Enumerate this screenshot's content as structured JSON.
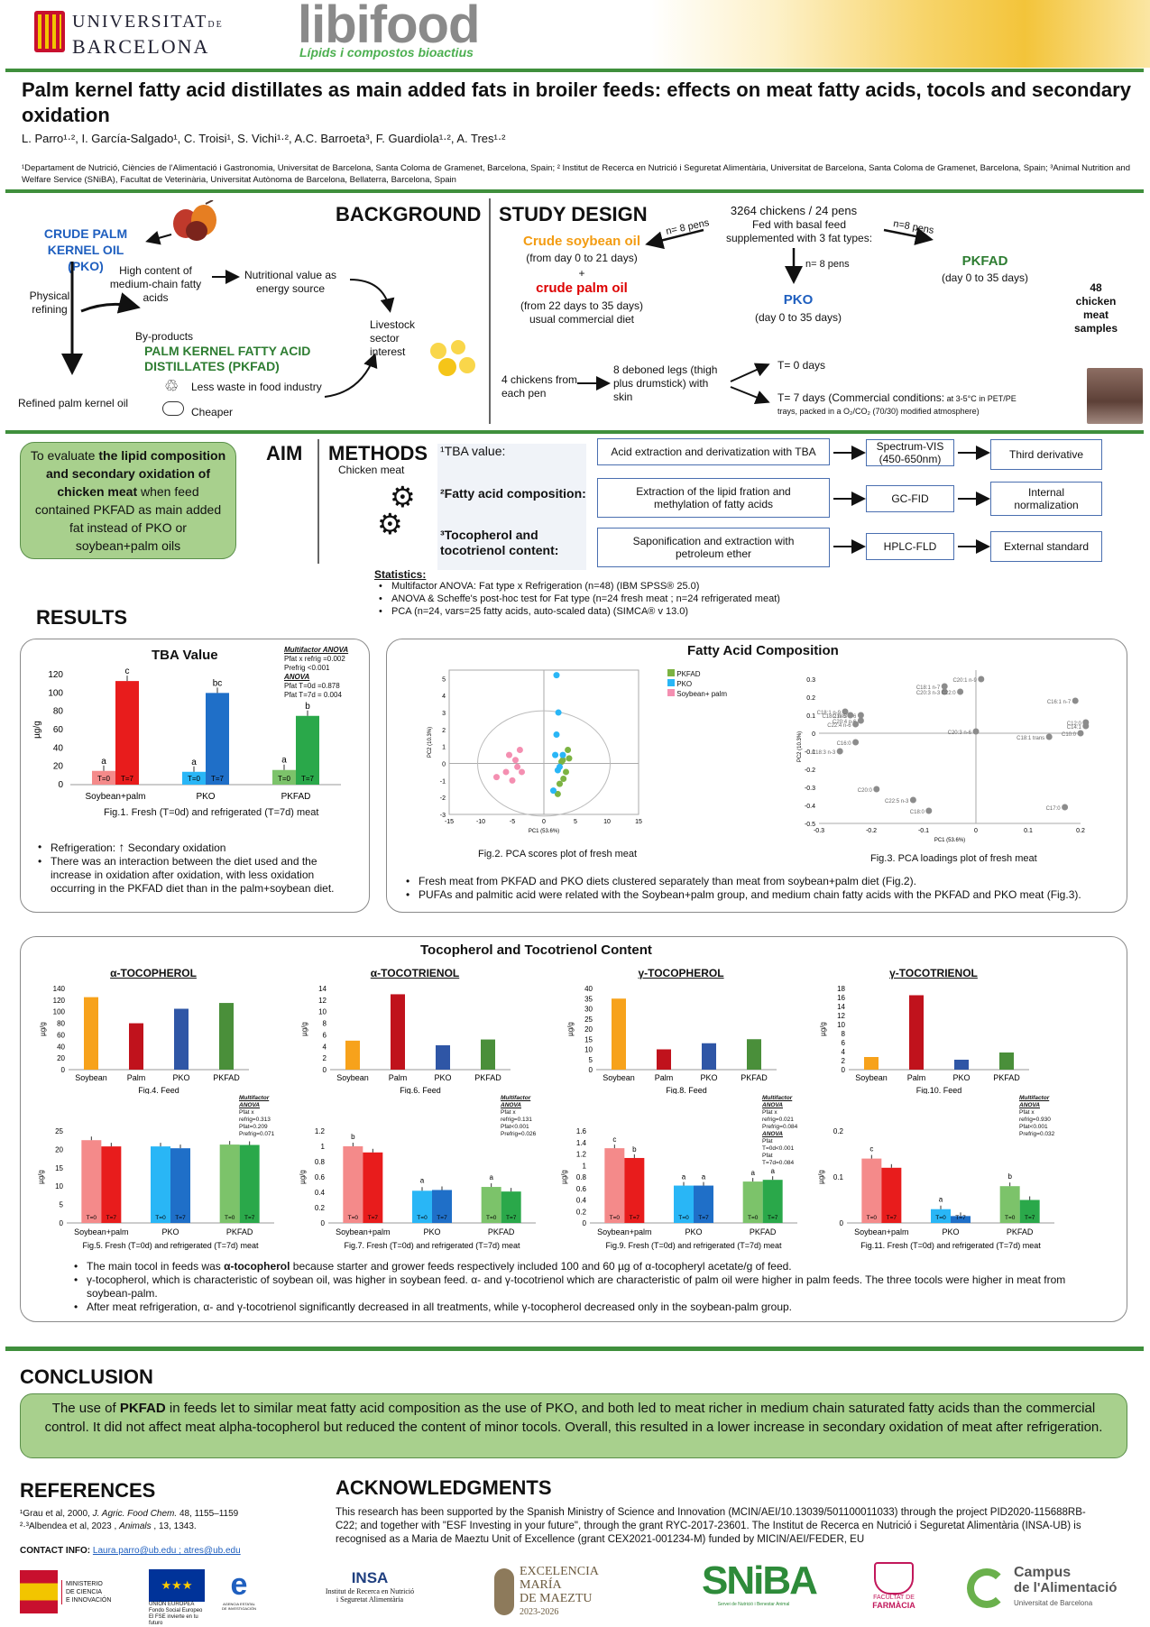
{
  "header": {
    "uni_line1": "UNIVERSITAT",
    "uni_de": "DE",
    "uni_line2": "BARCELONA",
    "brand": "libifood",
    "brand_sub": "Lípids i compostos bioactius"
  },
  "title": "Palm kernel fatty acid distillates as main added fats in broiler feeds: effects on meat fatty acids, tocols and secondary oxidation",
  "authors": "L. Parro¹·², I. García-Salgado¹, C. Troisi¹, S. Vichi¹·², A.C. Barroeta³, F. Guardiola¹·², A. Tres¹·²",
  "affiliations": "¹Departament de Nutrició, Ciències de l'Alimentació i Gastronomia, Universitat de Barcelona, Santa Coloma de Gramenet, Barcelona, Spain; ² Institut de Recerca en Nutrició i Seguretat Alimentària, Universitat de Barcelona, Santa Coloma de Gramenet, Barcelona, Spain; ³Animal Nutrition and Welfare Service (SNiBA), Facultat de Veterinària, Universitat Autònoma de Barcelona, Bellaterra, Barcelona, Spain",
  "background": {
    "heading": "BACKGROUND",
    "pko": "CRUDE PALM KERNEL OIL (PKO)",
    "mcfa": "High content of medium-chain fatty acids",
    "nutri": "Nutritional value as energy source",
    "physical": "Physical refining",
    "byprod": "By-products",
    "pkfad": "PALM KERNEL FATTY ACID DISTILLATES (PKFAD)",
    "waste": "Less waste in food industry",
    "cheaper": "Cheaper",
    "refined": "Refined palm kernel oil",
    "livestock": "Livestock sector interest"
  },
  "design": {
    "heading": "STUDY DESIGN",
    "chickens": "3264 chickens / 24 pens",
    "fed": "Fed with basal feed supplemented with 3 fat types:",
    "n8a": "n= 8 pens",
    "n8b": "n= 8 pens",
    "n8c": "n=8 pens",
    "soy": "Crude soybean oil",
    "soy_days": "(from day 0 to 21 days)",
    "plus": "+",
    "palm": "crude palm oil",
    "palm_days": "(from 22 days to 35 days)",
    "usual": "usual commercial diet",
    "pko": "PKO",
    "pko_days": "(day 0 to 35 days)",
    "pkfad": "PKFAD",
    "pkfad_days": "(day 0 to 35 days)",
    "samples": "48 chicken meat samples",
    "four": "4 chickens from each pen",
    "legs": "8 deboned legs (thigh plus drumstick) with skin",
    "t0": "T= 0 days",
    "t7": "T= 7 days (Commercial conditions:",
    "t7_small": " at 3-5°C in PET/PE trays, packed in a O₂/CO₂ (70/30) modified atmosphere)"
  },
  "aim": {
    "heading": "AIM",
    "pre": "To evaluate ",
    "b1": "the lipid composition and secondary oxidation of chicken meat",
    "post": " when feed contained PKFAD as main added fat instead of PKO or soybean+palm oils"
  },
  "methods": {
    "heading": "METHODS",
    "sub": "Chicken meat",
    "rows": [
      {
        "label": "¹TBA value:",
        "step": "Acid extraction and derivatization with TBA",
        "instr": "Spectrum-VIS (450-650nm)",
        "quant": "Third derivative"
      },
      {
        "label": "²Fatty acid composition:",
        "step": "Extraction of the lipid fration and methylation of fatty acids",
        "instr": "GC-FID",
        "quant": "Internal normalization"
      },
      {
        "label": "³Tocopherol and tocotrienol content:",
        "step": "Saponification and extraction with petroleum ether",
        "instr": "HPLC-FLD",
        "quant": "External standard"
      }
    ],
    "stats_title": "Statistics:",
    "stats": [
      "Multifactor ANOVA: Fat type x Refrigeration (n=48) (IBM SPSS® 25.0)",
      "ANOVA & Scheffe's post-hoc test for Fat type (n=24 fresh meat ; n=24 refrigerated meat)",
      "PCA (n=24, vars=25 fatty acids, auto-scaled data) (SIMCA® v 13.0)"
    ]
  },
  "results_heading": "RESULTS",
  "tba": {
    "title": "TBA Value",
    "anova_title": "Multifactor ANOVA",
    "anova": [
      "Pfat x refrig =0.002",
      "Prefrig <0.001"
    ],
    "anova2_title": "ANOVA",
    "anova2": [
      "Pfat T=0d =0.878",
      "Pfat T=7d = 0.004"
    ],
    "caption": "Fig.1. Fresh (T=0d) and refrigerated (T=7d) meat",
    "ylabel": "µg/g",
    "t0": "T=0",
    "t7": "T=7",
    "bullets": [
      "Secondary oxidation",
      "There was an interaction between the diet used and the increase in oxidation after oxidation, with less oxidation occurring in the PKFAD diet than in the palm+soybean diet."
    ],
    "refrig": "Refrigeration:"
  },
  "fa": {
    "title": "Fatty Acid Composition",
    "cap2": "Fig.2. PCA scores plot of fresh meat",
    "cap3": "Fig.3. PCA loadings plot of fresh meat",
    "legend": [
      "PKFAD",
      "PKO",
      "Soybean+ palm"
    ],
    "pc1": "PC1 (53.6%)",
    "pc2": "PC2 (10.3%)",
    "bullets": [
      "Fresh meat from PKFAD and PKO diets clustered separately than meat from soybean+palm diet (Fig.2).",
      "PUFAs and palmitic acid were related with the Soybean+palm group, and medium chain fatty acids with the PKFAD and PKO meat (Fig.3)."
    ]
  },
  "toc": {
    "title": "Tocopherol and Tocotrienol Content",
    "bullets_rich": [
      [
        "The main tocol in feeds was ",
        "α-tocopherol",
        " because starter and grower feeds respectively included 100 and 60 µg of α-tocopheryl acetate/g of feed."
      ],
      [
        "γ-tocopherol, which is characteristic of soybean oil, was higher in soybean feed. α- and γ-tocotrienol which are characteristic of palm oil were higher in palm feeds. The three tocols were higher in meat from soybean-palm.",
        "",
        ""
      ],
      [
        "After meat refrigeration, α- and γ-tocotrienol significantly decreased in all treatments, while γ-tocopherol decreased only in the soybean-palm group.",
        "",
        ""
      ]
    ]
  },
  "conclusion": {
    "heading": "CONCLUSION",
    "pre": "The use of ",
    "b": "PKFAD",
    "post": " in feeds let to similar meat fatty acid composition as the use of PKO, and both led to meat richer in medium chain saturated fatty acids than the commercial control. It did not affect meat alpha-tocopherol but reduced the content of minor tocols. Overall, this resulted in a lower increase in secondary oxidation of meat after refrigeration."
  },
  "refs": {
    "heading": "REFERENCES",
    "r1a": "¹Grau et al, 2000, ",
    "r1b": "J. Agric. Food Chem.",
    "r1c": " 48, 1155–1159",
    "r2a": "²·³Albendea et al, 2023 , ",
    "r2b": "Animals",
    "r2c": " , 13, 1343.",
    "contact_label": "CONTACT INFO: ",
    "contact": "Laura.parro@ub.edu ; atres@ub.edu"
  },
  "ack": {
    "heading": "ACKNOWLEDGMENTS",
    "text": "This research has been supported by the Spanish Ministry of Science and Innovation (MCIN/AEI/10.13039/501100011033) through the project PID2020-115688RB-C22; and together with \"ESF Investing in your future\", through the grant RYC-2017-23601. The Institut de Recerca en Nutrició i Seguretat Alimentària (INSA-UB) is recognised as a Maria de Maeztu Unit of Excellence (grant CEX2021-001234-M) funded by MICIN/AEI/FEDER, EU"
  },
  "logos": {
    "min1": "MINISTERIO",
    "min2": "DE CIENCIA",
    "min3": "E INNOVACIÓN",
    "ue1": "UNIÓN EUROPEA",
    "ue2": "Fondo Social Europeo",
    "ue3": "El FSE invierte en tu futuro",
    "aei": "AGENCIA ESTATAL DE INVESTIGACIÓN",
    "insa": "INSA",
    "insa1": "Institut de Recerca en Nutrició",
    "insa2": "i Seguretat Alimentària",
    "exc1": "EXCELENCIA",
    "exc2": "MARÍA",
    "exc3": "DE MAEZTU",
    "exc4": "2023-2026",
    "sniba": "SNiBA",
    "sniba_sub": "Servei de Nutrició i Benestar Animal",
    "fac1": "FACULTAT DE",
    "fac2": "FARMÀCIA",
    "camp1": "Campus",
    "camp2": "de l'Alimentació",
    "camp3": "Universitat de Barcelona"
  },
  "chart_data": [
    {
      "id": "tba",
      "type": "bar",
      "title": "TBA Value",
      "ylabel": "µg/g",
      "categories": [
        "Soybean+palm",
        "PKO",
        "PKFAD"
      ],
      "series": [
        {
          "name": "T=0",
          "values": [
            15,
            14,
            16
          ]
        },
        {
          "name": "T=7",
          "values": [
            113,
            100,
            75
          ]
        }
      ],
      "letters_t7": [
        "c",
        "bc",
        "b"
      ],
      "letters_t0": [
        "a",
        "a",
        "a"
      ],
      "ylim": [
        0,
        120
      ],
      "yticks": [
        0,
        20,
        40,
        60,
        80,
        100,
        120
      ]
    },
    {
      "id": "pca_scores",
      "type": "scatter",
      "xlim": [
        -15,
        15
      ],
      "ylim": [
        -3,
        5.5
      ],
      "xticks": [
        -15,
        -10,
        -5,
        0,
        5,
        10,
        15
      ],
      "yticks": [
        -3,
        -2,
        -1,
        0,
        1,
        2,
        3,
        4,
        5
      ],
      "series": [
        {
          "name": "PKFAD",
          "color": "#7cb342",
          "points": [
            [
              3,
              0.2
            ],
            [
              3.5,
              -0.5
            ],
            [
              2.5,
              -1.2
            ],
            [
              3.8,
              0.8
            ],
            [
              2.2,
              -1.8
            ],
            [
              3.1,
              -0.9
            ],
            [
              4,
              0.3
            ],
            [
              2.8,
              0.1
            ]
          ]
        },
        {
          "name": "PKO",
          "color": "#29b6f6",
          "points": [
            [
              2,
              5.2
            ],
            [
              2.3,
              3
            ],
            [
              2,
              1.7
            ],
            [
              1.8,
              0.5
            ],
            [
              2.2,
              -0.4
            ],
            [
              2.5,
              -0.2
            ],
            [
              1.5,
              -1.6
            ],
            [
              3,
              0.5
            ]
          ]
        },
        {
          "name": "Soybean+ palm",
          "color": "#f48fb1",
          "points": [
            [
              -5.5,
              0.5
            ],
            [
              -4.5,
              0.2
            ],
            [
              -3.5,
              -0.5
            ],
            [
              -5,
              -1
            ],
            [
              -7.5,
              -0.8
            ],
            [
              -3.8,
              0.8
            ],
            [
              -4.2,
              -0.2
            ],
            [
              -6,
              -0.5
            ]
          ]
        }
      ]
    },
    {
      "id": "pca_loadings",
      "type": "scatter",
      "xlim": [
        -0.3,
        0.2
      ],
      "ylim": [
        -0.5,
        0.35
      ],
      "xticks": [
        -0.3,
        -0.2,
        -0.1,
        0,
        0.1,
        0.2
      ],
      "yticks": [
        -0.5,
        -0.4,
        -0.3,
        -0.2,
        -0.1,
        0,
        0.1,
        0.2,
        0.3
      ],
      "points": [
        {
          "label": "C20:1 n-9",
          "x": 0.01,
          "y": 0.3
        },
        {
          "label": "C18:1 n-7",
          "x": -0.06,
          "y": 0.26
        },
        {
          "label": "C20:3 n-3",
          "x": -0.06,
          "y": 0.23
        },
        {
          "label": "C22:0",
          "x": -0.03,
          "y": 0.23
        },
        {
          "label": "C18:1 n-9",
          "x": -0.25,
          "y": 0.12
        },
        {
          "label": "C18:3 n-6",
          "x": -0.22,
          "y": 0.1
        },
        {
          "label": "C18:2 n-6",
          "x": -0.24,
          "y": 0.1
        },
        {
          "label": "C20:4 n-6",
          "x": -0.22,
          "y": 0.07
        },
        {
          "label": "C22:4 n-6",
          "x": -0.23,
          "y": 0.05
        },
        {
          "label": "C20:3 n-6",
          "x": 0.0,
          "y": 0.01
        },
        {
          "label": "C18:1 trans",
          "x": 0.14,
          "y": -0.02
        },
        {
          "label": "C16:0",
          "x": -0.23,
          "y": -0.05
        },
        {
          "label": "C18:3 n-3",
          "x": -0.26,
          "y": -0.1
        },
        {
          "label": "C20:0",
          "x": -0.19,
          "y": -0.31
        },
        {
          "label": "C22:5 n-3",
          "x": -0.12,
          "y": -0.37
        },
        {
          "label": "C18:0",
          "x": -0.09,
          "y": -0.43
        },
        {
          "label": "C17:0",
          "x": 0.17,
          "y": -0.41
        },
        {
          "label": "C16:1 n-7",
          "x": 0.19,
          "y": 0.18
        },
        {
          "label": "C12:0",
          "x": 0.21,
          "y": 0.06
        },
        {
          "label": "C14:1",
          "x": 0.21,
          "y": 0.04
        },
        {
          "label": "C10:0",
          "x": 0.2,
          "y": 0.0
        }
      ]
    },
    {
      "id": "feed_atoc",
      "type": "bar",
      "title": "α-TOCOPHEROL",
      "ylabel": "µg/g",
      "categories": [
        "Soybean",
        "Palm",
        "PKO",
        "PKFAD"
      ],
      "values": [
        125,
        80,
        105,
        115
      ],
      "ylim": [
        0,
        140
      ],
      "yticks": [
        0,
        20,
        40,
        60,
        80,
        100,
        120,
        140
      ],
      "caption": "Fig.4. Feed"
    },
    {
      "id": "feed_atri",
      "type": "bar",
      "title": "α-TOCOTRIENOL",
      "ylabel": "µg/g",
      "categories": [
        "Soybean",
        "Palm",
        "PKO",
        "PKFAD"
      ],
      "values": [
        5,
        13,
        4.2,
        5.2
      ],
      "ylim": [
        0,
        14
      ],
      "yticks": [
        0,
        2,
        4,
        6,
        8,
        10,
        12,
        14
      ],
      "caption": "Fig.6. Feed"
    },
    {
      "id": "feed_gtoc",
      "type": "bar",
      "title": "γ-TOCOPHEROL",
      "ylabel": "µg/g",
      "categories": [
        "Soybean",
        "Palm",
        "PKO",
        "PKFAD"
      ],
      "values": [
        35,
        10,
        13,
        15
      ],
      "ylim": [
        0,
        40
      ],
      "yticks": [
        0,
        5,
        10,
        15,
        20,
        25,
        30,
        35,
        40
      ],
      "caption": "Fig.8. Feed"
    },
    {
      "id": "feed_gtri",
      "type": "bar",
      "title": "γ-TOCOTRIENOL",
      "ylabel": "µg/g",
      "categories": [
        "Soybean",
        "Palm",
        "PKO",
        "PKFAD"
      ],
      "values": [
        2.8,
        16.5,
        2.2,
        3.8
      ],
      "ylim": [
        0,
        18
      ],
      "yticks": [
        0,
        2,
        4,
        6,
        8,
        10,
        12,
        14,
        16,
        18
      ],
      "caption": "Fig.10. Feed"
    },
    {
      "id": "meat_atoc",
      "type": "bar",
      "ylabel": "µg/g",
      "categories": [
        "Soybean+palm",
        "PKO",
        "PKFAD"
      ],
      "series": [
        {
          "name": "T=0",
          "values": [
            22.5,
            20.8,
            21.3
          ]
        },
        {
          "name": "T=7",
          "values": [
            20.8,
            20.3,
            21.2
          ]
        }
      ],
      "ylim": [
        0,
        25
      ],
      "yticks": [
        0,
        5,
        10,
        15,
        20,
        25
      ],
      "caption": "Fig.5. Fresh (T=0d) and refrigerated (T=7d) meat",
      "anova": [
        "Multifactor ANOVA",
        "Pfat x refrig=0.313",
        "Pfat=0.209",
        "Prefrig=0.071"
      ],
      "letters": []
    },
    {
      "id": "meat_atri",
      "type": "bar",
      "ylabel": "µg/g",
      "categories": [
        "Soybean+palm",
        "PKO",
        "PKFAD"
      ],
      "series": [
        {
          "name": "T=0",
          "values": [
            1.0,
            0.42,
            0.47
          ]
        },
        {
          "name": "T=7",
          "values": [
            0.92,
            0.43,
            0.41
          ]
        }
      ],
      "ylim": [
        0,
        1.2
      ],
      "yticks": [
        0,
        0.1,
        0.2,
        0.3,
        0.4,
        0.5,
        0.6,
        0.7,
        0.8,
        0.9,
        1.0,
        1.1,
        1.2
      ],
      "caption": "Fig.7. Fresh (T=0d) and refrigerated (T=7d) meat",
      "anova": [
        "Multifactor ANOVA",
        "Pfat x refrig=0.131",
        "Pfat<0.001",
        "Prefrig=0.026"
      ],
      "letters": [
        "b",
        "a",
        "a"
      ]
    },
    {
      "id": "meat_gtoc",
      "type": "bar",
      "ylabel": "µg/g",
      "categories": [
        "Soybean+palm",
        "PKO",
        "PKFAD"
      ],
      "series": [
        {
          "name": "T=0",
          "values": [
            1.3,
            0.65,
            0.72
          ]
        },
        {
          "name": "T=7",
          "values": [
            1.13,
            0.65,
            0.75
          ]
        }
      ],
      "ylim": [
        0,
        1.6
      ],
      "yticks": [
        0,
        0.2,
        0.4,
        0.6,
        0.8,
        1.0,
        1.2,
        1.4,
        1.6
      ],
      "caption": "Fig.9. Fresh (T=0d) and refrigerated (T=7d) meat",
      "anova": [
        "Multifactor ANOVA",
        "Pfat x refrig=0.021",
        "Prefrig=0.084",
        "ANOVA",
        "Pfat T=0d<0.001",
        "Pfat T=7d=0.084"
      ],
      "letters": [
        "c",
        "b",
        "a",
        "a",
        "a",
        "a"
      ]
    },
    {
      "id": "meat_gtri",
      "type": "bar",
      "ylabel": "µg/g",
      "categories": [
        "Soybean+palm",
        "PKO",
        "PKFAD"
      ],
      "series": [
        {
          "name": "T=0",
          "values": [
            0.14,
            0.03,
            0.08
          ]
        },
        {
          "name": "T=7",
          "values": [
            0.12,
            0.015,
            0.05
          ]
        }
      ],
      "ylim": [
        0,
        0.2
      ],
      "yticks": [
        0,
        0.1,
        0.2
      ],
      "caption": "Fig.11. Fresh (T=0d) and refrigerated (T=7d) meat",
      "anova": [
        "Multifactor ANOVA",
        "Pfat x refrig=0.930",
        "Pfat<0.001",
        "Prefrig=0.032"
      ],
      "letters": [
        "c",
        "a",
        "b"
      ]
    }
  ]
}
